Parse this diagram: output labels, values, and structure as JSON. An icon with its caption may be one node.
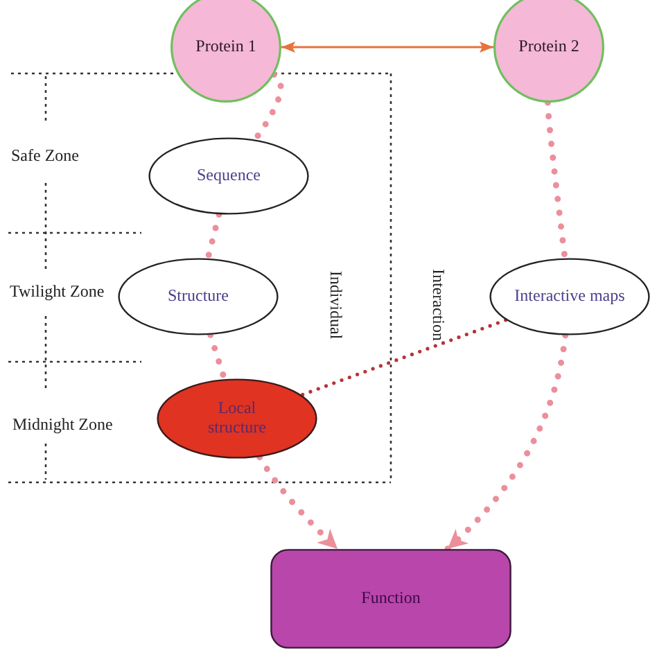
{
  "diagram": {
    "nodes": [
      {
        "text": [
          "Protein 1"
        ]
      },
      {
        "text": [
          "Protein 2"
        ]
      },
      {
        "text": [
          "Sequence"
        ]
      },
      {
        "text": [
          "Structure"
        ]
      },
      {
        "text": [
          "Local structure"
        ]
      },
      {
        "text": [
          "Interactive maps"
        ]
      },
      {
        "text": [
          "Function"
        ]
      }
    ],
    "edges": [
      {
        "from": 0,
        "to": 1,
        "arrow": "both",
        "color": "#e8733a"
      },
      {
        "from": 0,
        "to": 2,
        "arrow": "none",
        "style": "dashed"
      },
      {
        "from": 2,
        "to": 3,
        "arrow": "none",
        "style": "dashed"
      },
      {
        "from": 3,
        "to": 4,
        "arrow": "none",
        "style": "dashed"
      },
      {
        "from": 4,
        "to": 6,
        "arrow": "to",
        "style": "dashed"
      },
      {
        "from": 1,
        "to": 5,
        "arrow": "none",
        "style": "dashed"
      },
      {
        "from": 5,
        "to": 6,
        "arrow": "to",
        "style": "dashed"
      },
      {
        "from": 5,
        "to": 4,
        "arrow": "none",
        "style": "dashed",
        "color": "#b8323a"
      }
    ],
    "labels": [
      "Safe Zone",
      "Twilight Zone",
      "Midnight Zone",
      "Individual",
      "Interaction"
    ]
  }
}
